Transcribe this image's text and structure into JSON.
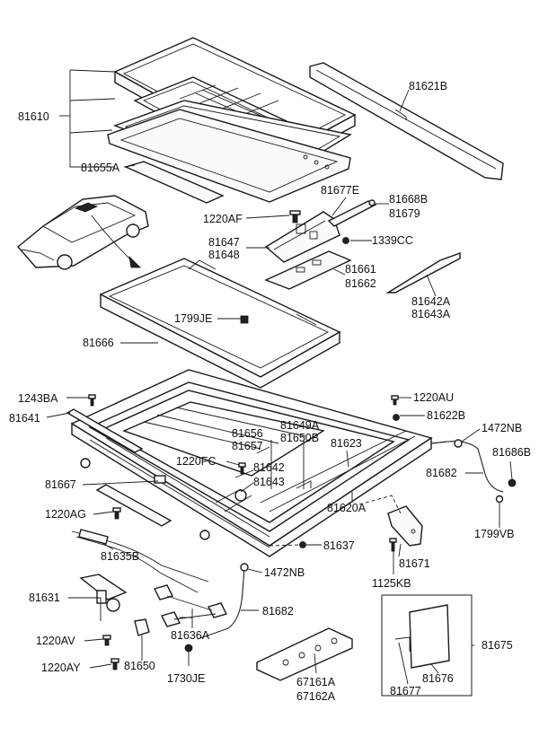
{
  "diagram": {
    "part_labels": {
      "p81610": "81610",
      "p81655A": "81655A",
      "p81621B": "81621B",
      "p1220AF": "1220AF",
      "p81677E": "81677E",
      "p81668B": "81668B",
      "p81679": "81679",
      "p81647": "81647",
      "p81648": "81648",
      "p1339CC": "1339CC",
      "p81661": "81661",
      "p81662": "81662",
      "p81642A": "81642A",
      "p81643A": "81643A",
      "p1799JE": "1799JE",
      "p81666": "81666",
      "p1243BA": "1243BA",
      "p81641": "81641",
      "p1220AU": "1220AU",
      "p81622B": "81622B",
      "p81656": "81656",
      "p81657": "81657",
      "p81649A": "81649A",
      "p81650B": "81650B",
      "p1472NB_top": "1472NB",
      "p81686B": "81686B",
      "p1220FC": "1220FC",
      "p81642": "81642",
      "p81643": "81643",
      "p81623": "81623",
      "p81682_right": "81682",
      "p81667": "81667",
      "p1799VB": "1799VB",
      "p1220AG": "1220AG",
      "p81620A": "81620A",
      "p81637": "81637",
      "p81635B": "81635B",
      "p1472NB_bottom": "1472NB",
      "p81671": "81671",
      "p1125KB": "1125KB",
      "p81631": "81631",
      "p81682_bottom": "81682",
      "p1220AV": "1220AV",
      "p81636A": "81636A",
      "p81675": "81675",
      "p1220AY": "1220AY",
      "p81650": "81650",
      "p1730JE": "1730JE",
      "p67161A": "67161A",
      "p67162A": "67162A",
      "p81676": "81676",
      "p81677": "81677"
    }
  }
}
